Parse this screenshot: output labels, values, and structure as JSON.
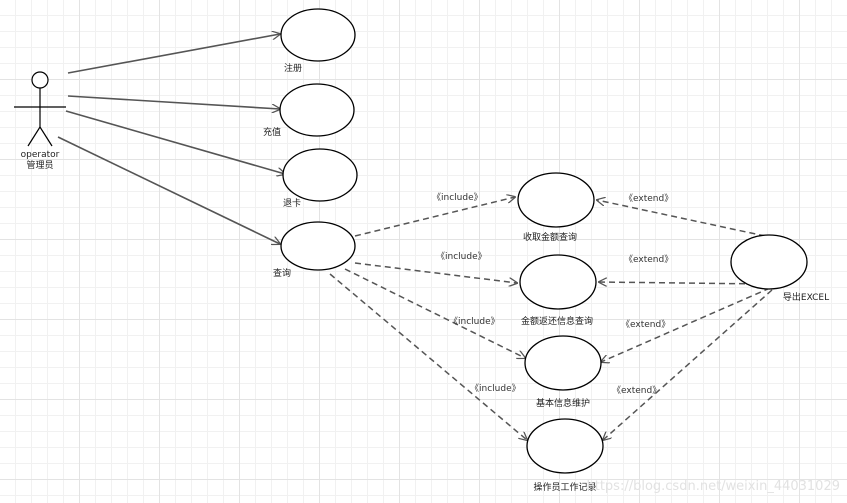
{
  "actor": {
    "role": "operator",
    "name": "管理员"
  },
  "use_cases": {
    "register": "注册",
    "recharge": "充值",
    "refund_card": "退卡",
    "query": "查询",
    "query_fee": "收取金额查询",
    "query_return": "金额返还信息查询",
    "basic_info": "基本信息维护",
    "operator_log": "操作员工作记录",
    "export_excel": "导出EXCEL"
  },
  "stereotypes": {
    "include": "《include》",
    "extend": "《extend》"
  },
  "watermark": "https://blog.csdn.net/weixin_44031029",
  "colors": {
    "line": "#555555",
    "shape_stroke": "#000000",
    "grid": "#e3e3e3"
  }
}
